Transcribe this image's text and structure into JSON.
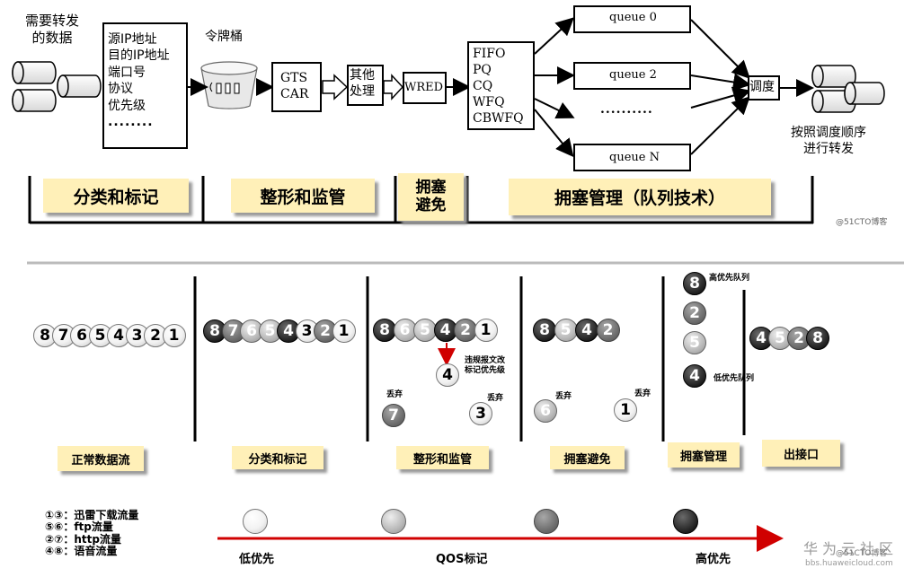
{
  "top": {
    "need_forward": [
      "需要转发",
      "的数据"
    ],
    "classify_items": [
      "源IP地址",
      "目的IP地址",
      "端口号",
      "协议",
      "优先级",
      "........"
    ],
    "token_bucket": "令牌桶",
    "gts_car": [
      "GTS",
      "CAR"
    ],
    "other": [
      "其他",
      "处理"
    ],
    "wred": "WRED",
    "queue_methods": [
      "FIFO",
      "PQ",
      "CQ",
      "WFQ",
      "CBWFQ"
    ],
    "queues": [
      "queue 0",
      "queue 2",
      "queue N"
    ],
    "queue_dots": "..........",
    "schedule": "调度",
    "forward_order": [
      "按照调度顺序",
      "进行转发"
    ],
    "stages": [
      "分类和标记",
      "整形和监管",
      "拥塞\n避免",
      "拥塞管理（队列技术）"
    ],
    "watermark": "@51CTO博客"
  },
  "bottom": {
    "stage_labels": [
      "正常数据流",
      "分类和标记",
      "整形和监管",
      "拥塞避免",
      "拥塞管理",
      "出接口"
    ],
    "normal_stream": [
      "8",
      "7",
      "6",
      "5",
      "4",
      "3",
      "2",
      "1"
    ],
    "classify_stream": [
      "8",
      "7",
      "6",
      "5",
      "4",
      "3",
      "2",
      "1"
    ],
    "shaping_stream": [
      "8",
      "6",
      "5",
      "4",
      "2",
      "1"
    ],
    "violation_ball": "4",
    "violation_note": [
      "违规报文改",
      "标记优先级"
    ],
    "drop": "丢弃",
    "dropped_shaping": [
      "7",
      "3"
    ],
    "avoid_stream": [
      "8",
      "5",
      "4",
      "2"
    ],
    "dropped_avoid": [
      "6",
      "1"
    ],
    "high_queue_label": "高优先队列",
    "low_queue_label": "低优先队列",
    "mgmt_column": [
      "8",
      "2",
      "5",
      "4"
    ],
    "out_stream": [
      "4",
      "5",
      "2",
      "8"
    ],
    "legend": [
      "①③：迅雷下载流量",
      "⑤⑥：ftp流量",
      "②⑦：http流量",
      "④⑧：语音流量"
    ],
    "low_priority": "低优先",
    "qos_mark": "QOS标记",
    "high_priority": "高优先",
    "brand": "华为云社区",
    "brand_url": "bbs.huaweicloud.com",
    "watermark": "@51CTO博客"
  }
}
